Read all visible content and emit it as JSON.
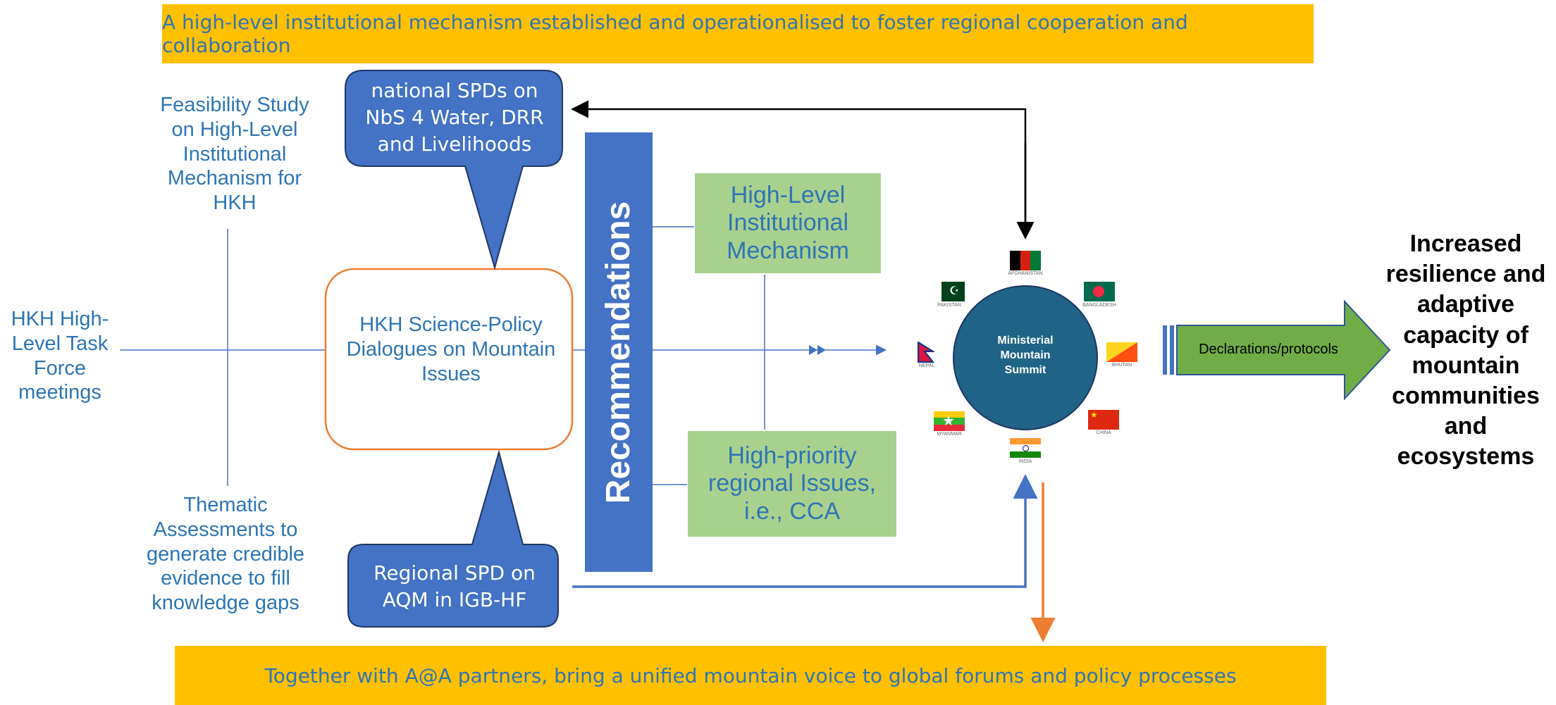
{
  "top_banner": "A high-level institutional mechanism established and operationalised to foster regional cooperation and collaboration",
  "bottom_banner": "Together with A@A partners, bring a unified mountain voice to global forums and policy processes",
  "feasibility_study": "Feasibility Study on High-Level Institutional Mechanism for HKH",
  "task_force": "HKH High-Level Task Force meetings",
  "thematic": "Thematic Assessments to generate credible evidence to fill knowledge gaps",
  "national_spd": "national SPDs on NbS 4 Water, DRR and Livelihoods",
  "regional_spd": "Regional SPD on AQM in IGB-HF",
  "spd_center": "HKH Science-Policy Dialogues on Mountain Issues",
  "recommendations": "Recommendations",
  "hlim": "High-Level Institutional Mechanism",
  "priority": "High-priority regional Issues, i.e., CCA",
  "summit": "Ministerial Mountain Summit",
  "declarations": "Declarations/protocols",
  "outcome": "Increased resilience and adaptive capacity of mountain communities and ecosystems",
  "flags": {
    "afghanistan": "AFGHANISTAN",
    "bangladesh": "BANGLADESH",
    "pakistan": "PAKISTAN",
    "nepal": "NEPAL",
    "bhutan": "BHUTAN",
    "myanmar": "MYANMAR",
    "china": "CHINA",
    "india": "INDIA"
  },
  "colors": {
    "banner": "#ffc000",
    "blue_text": "#2e75b6",
    "callout": "#4472c4",
    "green_box": "#a9d18e",
    "summit": "#1f6386",
    "arrow_green": "#70ad47",
    "orange": "#ed7d31"
  }
}
